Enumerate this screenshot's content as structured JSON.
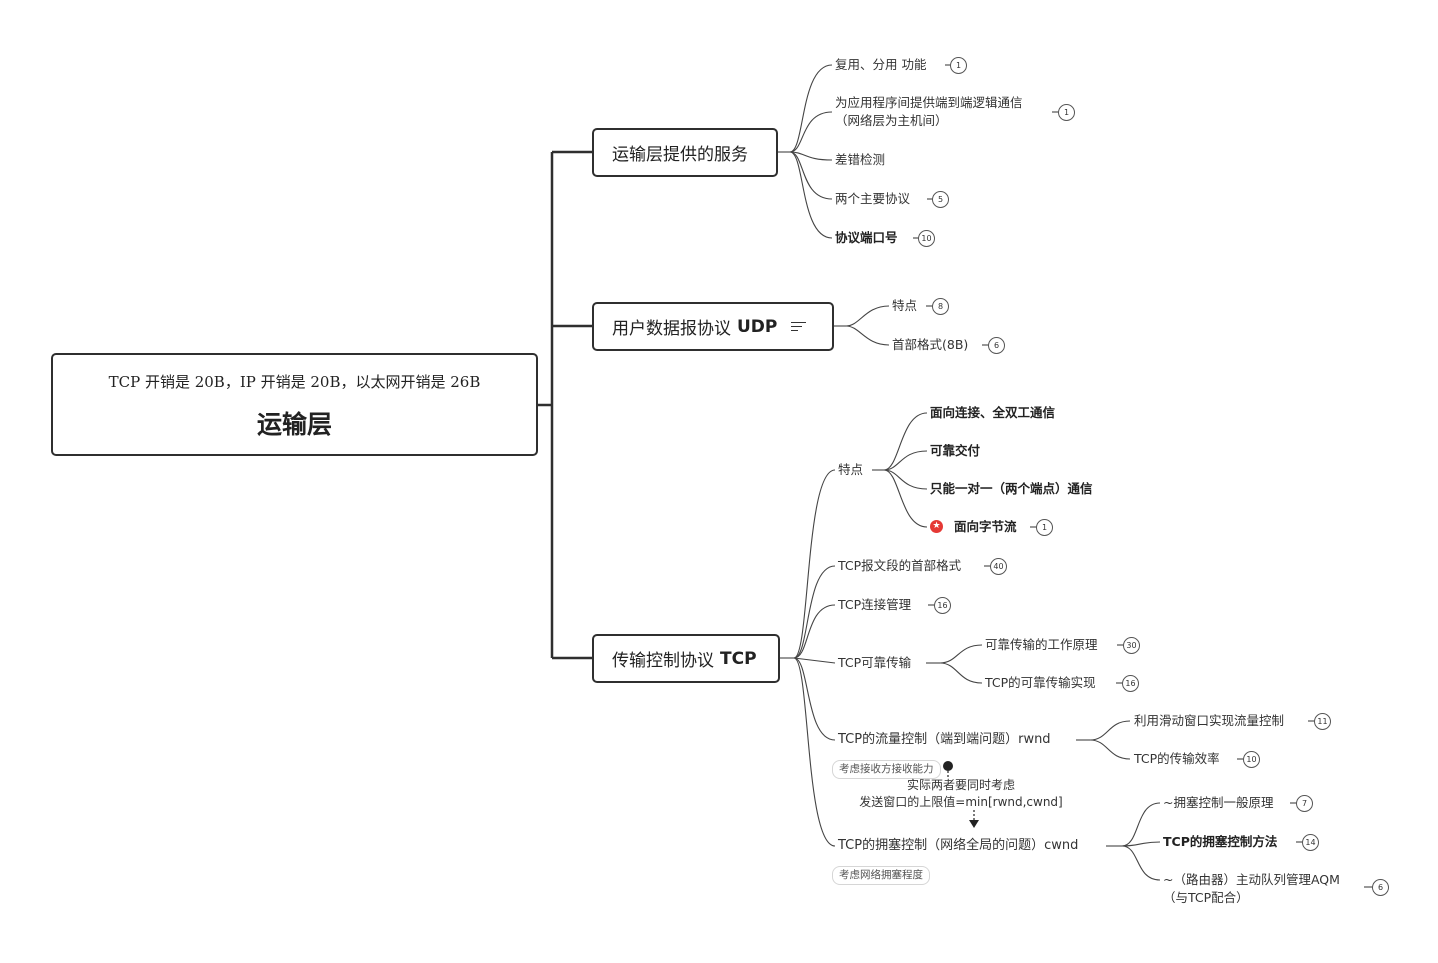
{
  "root": {
    "note": "TCP 开销是 20B，IP 开销是 20B，以太网开销是 26B",
    "title": "运输层"
  },
  "branches": {
    "services": {
      "title": "运输层提供的服务",
      "items": [
        {
          "label": "复用、分用 功能",
          "badge": "1"
        },
        {
          "label_line1": "为应用程序间提供端到端逻辑通信",
          "label_line2": "（网络层为主机间）",
          "badge": "1"
        },
        {
          "label": "差错检测"
        },
        {
          "label": "两个主要协议",
          "badge": "5"
        },
        {
          "label": "协议端口号",
          "badge": "10"
        }
      ]
    },
    "udp": {
      "title": "用户数据报协议",
      "title_bold": "UDP",
      "notes_icon": "notes-lines-icon",
      "items": [
        {
          "label": "特点",
          "badge": "8"
        },
        {
          "label": "首部格式(8B)",
          "badge": "6"
        }
      ]
    },
    "tcp": {
      "title": "传输控制协议",
      "title_bold": "TCP",
      "features": {
        "label": "特点",
        "items": [
          {
            "label": "面向连接、全双工通信"
          },
          {
            "label": "可靠交付"
          },
          {
            "label": "只能一对一（两个端点）通信"
          },
          {
            "label": "面向字节流",
            "badge": "1",
            "icon": "star-icon"
          }
        ]
      },
      "header_format": {
        "label": "TCP报文段的首部格式",
        "badge": "40"
      },
      "connection": {
        "label": "TCP连接管理",
        "badge": "16"
      },
      "reliable": {
        "label": "TCP可靠传输",
        "items": [
          {
            "label": "可靠传输的工作原理",
            "badge": "30"
          },
          {
            "label": "TCP的可靠传输实现",
            "badge": "16"
          }
        ]
      },
      "flow": {
        "label": "TCP的流量控制（端到端问题）rwnd",
        "tag": "考虑接收方接收能力",
        "items": [
          {
            "label": "利用滑动窗口实现流量控制",
            "badge": "11"
          },
          {
            "label": "TCP的传输效率",
            "badge": "10"
          }
        ]
      },
      "relation": {
        "line1": "实际两者要同时考虑",
        "line2": "发送窗口的上限值=min[rwnd,cwnd]"
      },
      "congestion": {
        "label": "TCP的拥塞控制（网络全局的问题）cwnd",
        "tag": "考虑网络拥塞程度",
        "items": [
          {
            "label": "~拥塞控制一般原理",
            "badge": "7"
          },
          {
            "label": "TCP的拥塞控制方法",
            "badge": "14"
          },
          {
            "label_line1": "~（路由器）主动队列管理AQM",
            "label_line2": "（与TCP配合）",
            "badge": "6"
          }
        ]
      }
    }
  },
  "colors": {
    "line": "#2f2f2f",
    "star": "#e53935"
  }
}
